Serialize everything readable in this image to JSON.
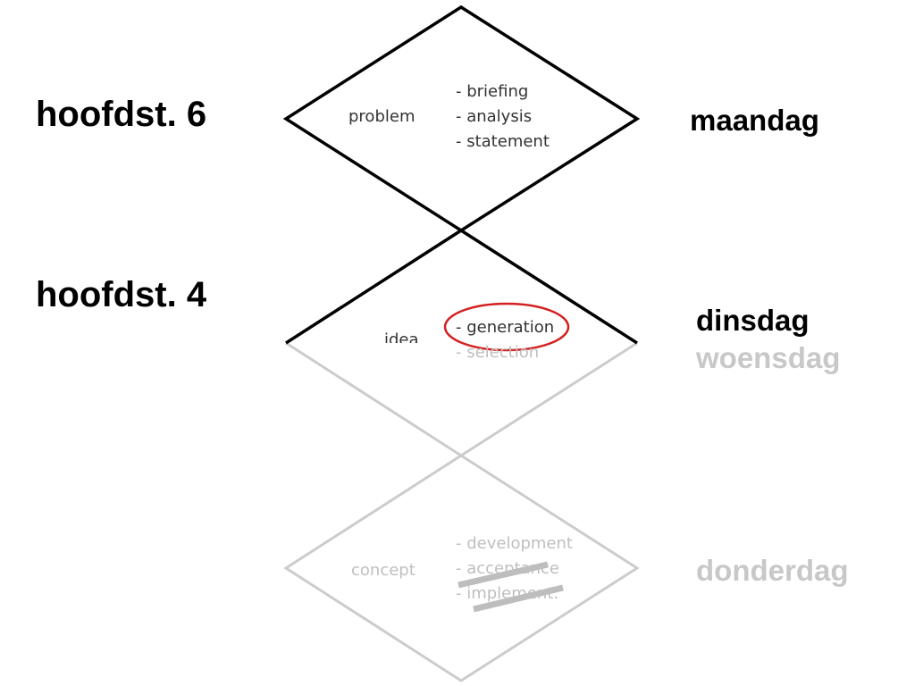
{
  "chapters": {
    "first": "hoofdst. 6",
    "second": "hoofdst. 4"
  },
  "days": {
    "monday": "maandag",
    "tuesday": "dinsdag",
    "wednesday": "woensdag",
    "thursday": "donderdag"
  },
  "phases": {
    "problem": {
      "label": "problem",
      "steps": [
        "- briefing",
        "- analysis",
        "- statement"
      ]
    },
    "idea": {
      "label": "idea",
      "steps": [
        "- generation",
        "- selection"
      ]
    },
    "concept": {
      "label": "concept",
      "steps": [
        "- development",
        "- acceptance",
        "- implement."
      ]
    }
  },
  "colors": {
    "active": "#000000",
    "inactive": "#c8c8c8",
    "highlight_circle": "#d42020",
    "strike": "#bdbdbd"
  }
}
